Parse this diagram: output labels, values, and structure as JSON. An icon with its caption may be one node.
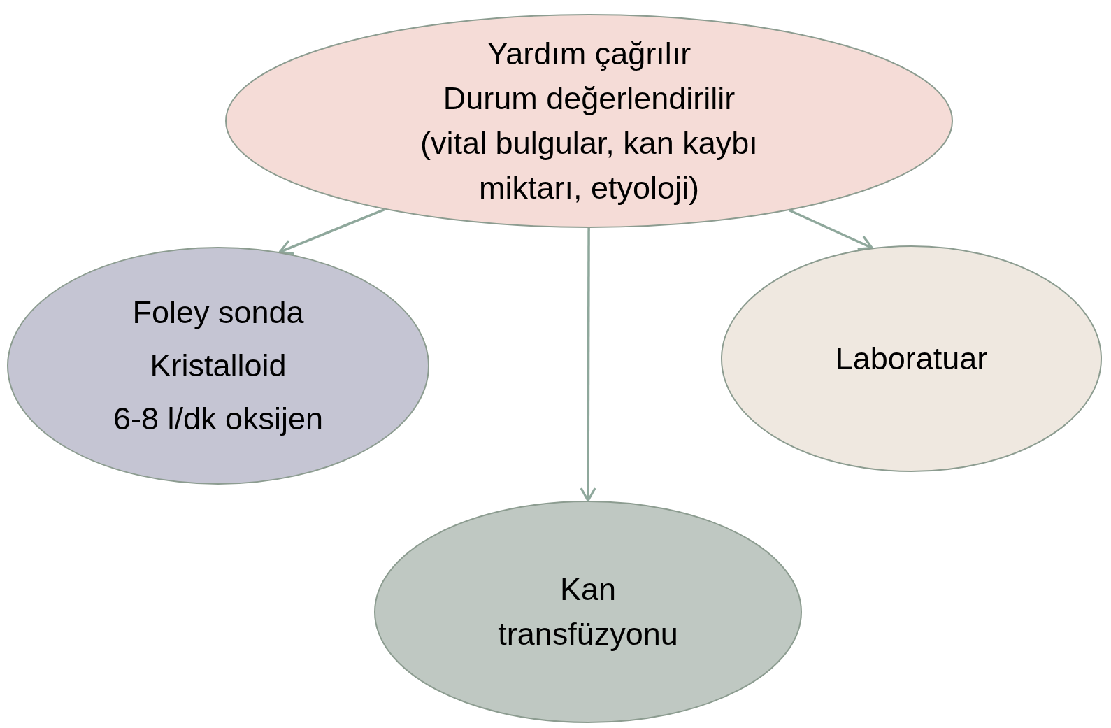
{
  "diagram": {
    "nodes": [
      {
        "text": [
          "Yardım çağrılır",
          "Durum değerlendirilir",
          "(vital bulgular, kan kaybı miktarı, etyoloji)"
        ]
      },
      {
        "text": [
          "Foley sonda",
          "Kristalloid",
          "6-8 l/dk oksijen"
        ]
      },
      {
        "text": [
          "Laboratuar"
        ]
      },
      {
        "text": [
          "Kan transfüzyonu"
        ]
      }
    ],
    "edges": [
      {
        "from": 0,
        "to": 1,
        "arrow": "to"
      },
      {
        "from": 0,
        "to": 3,
        "arrow": "to"
      },
      {
        "from": 0,
        "to": 2,
        "arrow": "to"
      }
    ]
  }
}
